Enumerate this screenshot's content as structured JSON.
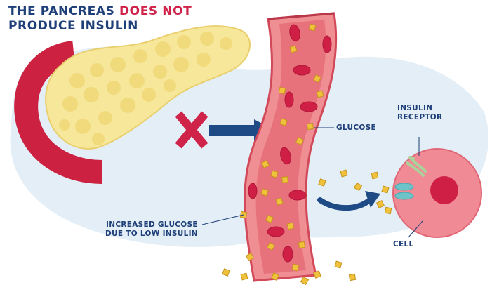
{
  "title": {
    "prefix": "THE PANCREAS",
    "accent": "DOES NOT",
    "line2": "PRODUCE INSULIN"
  },
  "labels": {
    "insulin_receptor_1": "INSULIN",
    "insulin_receptor_2": "RECEPTOR",
    "glucose": "GLUCOSE",
    "increased_1": "INCREASED GLUCOSE",
    "increased_2": "DUE TO LOW INSULIN",
    "cell": "CELL"
  },
  "colors": {
    "navy": "#1e3f78",
    "red": "#d0234a",
    "vessel_fill": "#ef8e93",
    "vessel_wall": "#d24a5a",
    "pancreas": "#f7e79a",
    "duodenum": "#cc2140",
    "glucose": "#f0c23c",
    "background_blob": "#e3eef6",
    "cell": "#f08b95",
    "nucleus": "#cf1f45",
    "receptor": "#6cc3c8",
    "insulin": "#a9d39a"
  },
  "icons": [
    "pancreas-icon",
    "duodenum-icon",
    "blood-vessel-icon",
    "red-blood-cell-icon",
    "glucose-icon",
    "cross-icon",
    "arrow-icon",
    "cell-icon",
    "insulin-receptor-icon"
  ]
}
